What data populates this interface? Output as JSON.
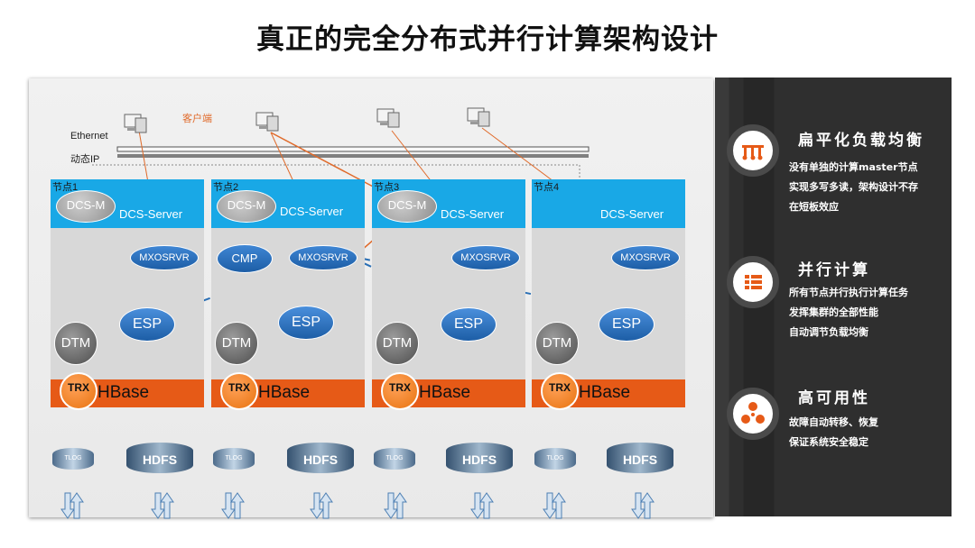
{
  "title": "真正的完全分布式并行计算架构设计",
  "network": {
    "client_label": "客户端",
    "ethernet_label": "Ethernet",
    "dynamic_ip_label": "动态IP"
  },
  "nodes": [
    {
      "label": "节点1",
      "head_component": "DCS-M",
      "server": "DCS-Server",
      "mxo": "MXOSRVR",
      "dtm": "DTM",
      "esp": "ESP",
      "trx": "TRX",
      "hbase": "HBase",
      "tlog": "TLOG",
      "hdfs": "HDFS"
    },
    {
      "label": "节点2",
      "head_component": "DCS-M",
      "server": "DCS-Server",
      "cmp": "CMP",
      "mxo": "MXOSRVR",
      "dtm": "DTM",
      "esp": "ESP",
      "trx": "TRX",
      "hbase": "HBase",
      "tlog": "TLOG",
      "hdfs": "HDFS"
    },
    {
      "label": "节点3",
      "head_component": "DCS-M",
      "server": "DCS-Server",
      "mxo": "MXOSRVR",
      "dtm": "DTM",
      "esp": "ESP",
      "trx": "TRX",
      "hbase": "HBase",
      "tlog": "TLOG",
      "hdfs": "HDFS"
    },
    {
      "label": "节点4",
      "server": "DCS-Server",
      "mxo": "MXOSRVR",
      "dtm": "DTM",
      "esp": "ESP",
      "trx": "TRX",
      "hbase": "HBase",
      "tlog": "TLOG",
      "hdfs": "HDFS"
    }
  ],
  "features": [
    {
      "title": "扁平化负载均衡",
      "icon": "load-balance-icon",
      "lines": [
        "没有单独的计算master节点",
        "实现多写多读，架构设计不存",
        "在短板效应"
      ]
    },
    {
      "title": "并行计算",
      "icon": "parallel-list-icon",
      "lines": [
        "所有节点并行执行计算任务",
        "发挥集群的全部性能",
        "自动调节负载均衡"
      ]
    },
    {
      "title": "高可用性",
      "icon": "cluster-nodes-icon",
      "lines": [
        "故障自动转移、恢复",
        "保证系统安全稳定"
      ]
    }
  ],
  "colors": {
    "accent": "#e65a17",
    "blue_header": "#19a8e6",
    "dark_panel": "#2f2f2f"
  }
}
